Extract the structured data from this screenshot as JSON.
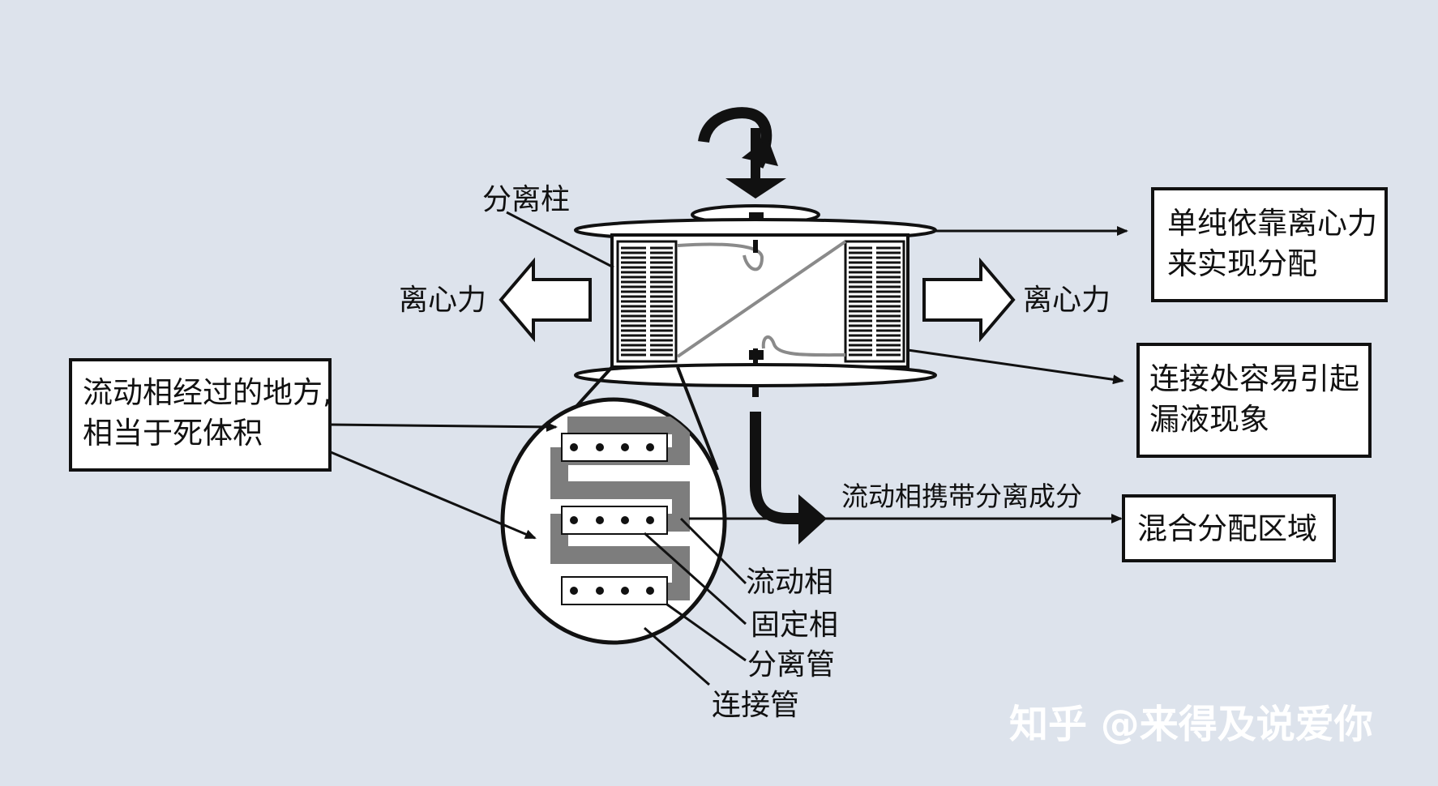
{
  "labels": {
    "column": "分离柱",
    "centrifugal_left": "离心力",
    "centrifugal_right": "离心力",
    "mobile_carries": "流动相携带分离成分",
    "mobile_phase": "流动相",
    "stationary_phase": "固定相",
    "separation_tube": "分离管",
    "connecting_tube": "连接管"
  },
  "boxes": {
    "dead_volume_line1": "流动相经过的地方,",
    "dead_volume_line2": "相当于死体积",
    "centrifugal_only_line1": "单纯依靠离心力",
    "centrifugal_only_line2": "来实现分配",
    "leak_line1": "连接处容易引起",
    "leak_line2": "漏液现象",
    "mixing": "混合分配区域"
  },
  "watermark": "知乎 @来得及说爱你",
  "colors": {
    "background": "#dde3ec",
    "ink": "#111111",
    "gray_tube": "#8a8a8a",
    "white": "#ffffff"
  }
}
